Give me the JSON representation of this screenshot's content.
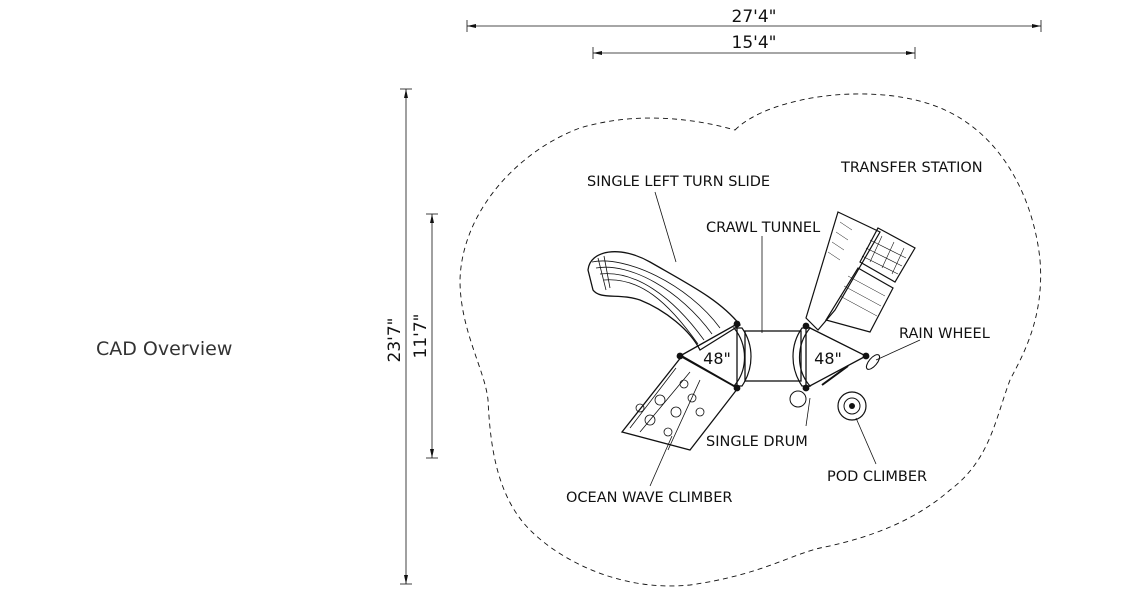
{
  "title": "CAD Overview",
  "dimensions": {
    "overall_width": "27'4\"",
    "inner_width": "15'4\"",
    "overall_depth": "23'7\"",
    "inner_depth": "11'7\""
  },
  "components": {
    "slide": "SINGLE LEFT TURN SLIDE",
    "transfer": "TRANSFER STATION",
    "tunnel": "CRAWL TUNNEL",
    "rain_wheel": "RAIN WHEEL",
    "drum": "SINGLE DRUM",
    "pod": "POD CLIMBER",
    "ocean": "OCEAN WAVE CLIMBER"
  },
  "decks": {
    "left": "48\"",
    "right": "48\""
  }
}
